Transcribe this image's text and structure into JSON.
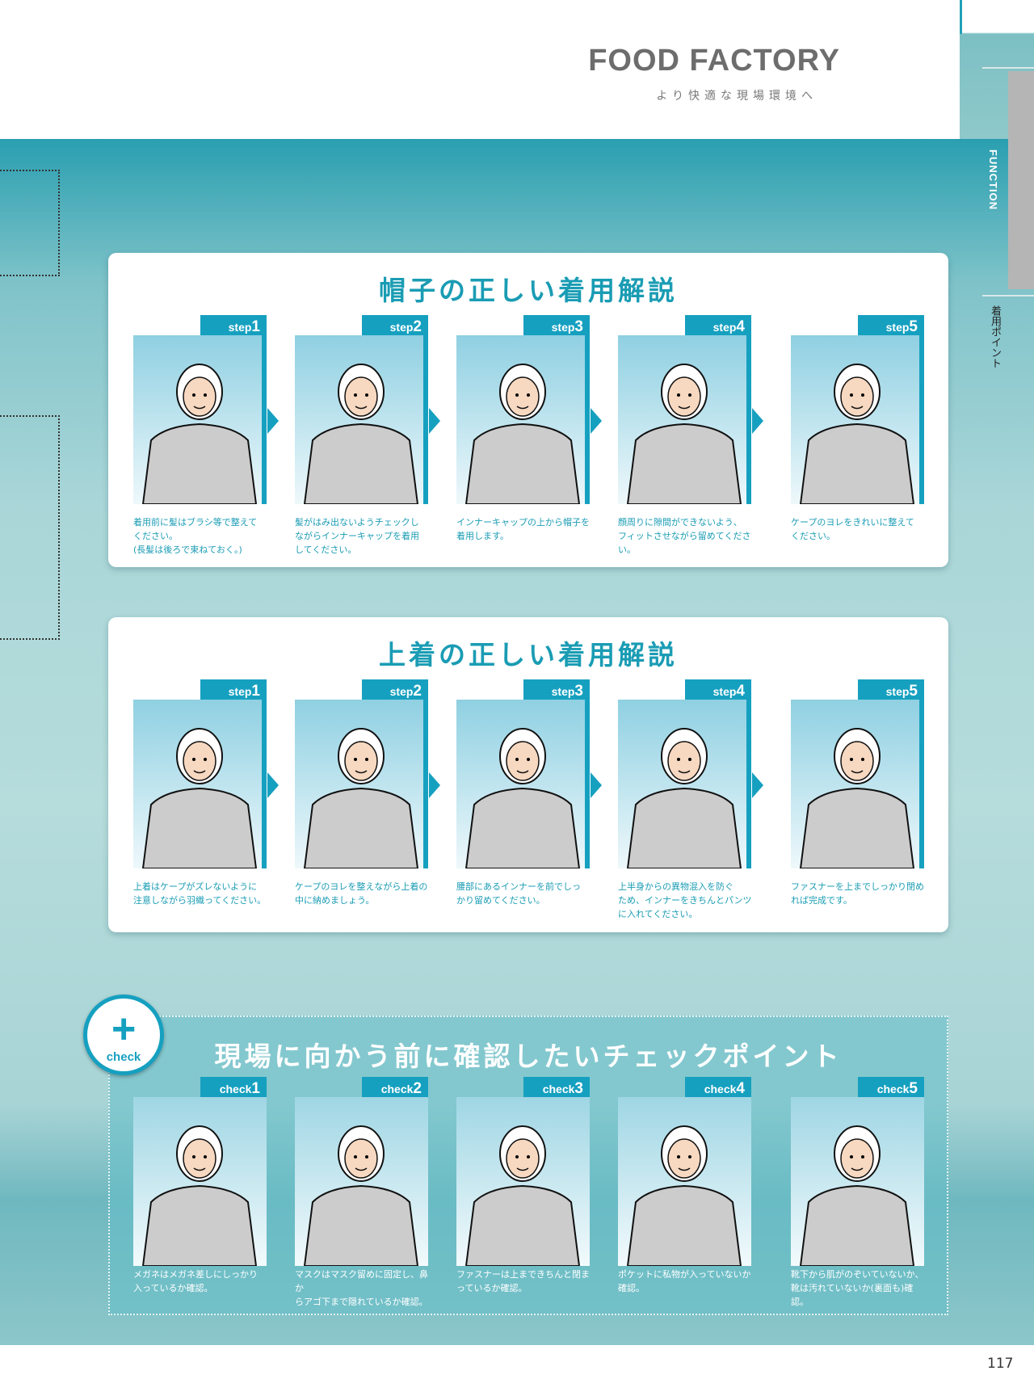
{
  "header": {
    "brand": "FOOD FACTORY",
    "tagline": "より快適な現場環境へ"
  },
  "sidebar": {
    "section": "FUNCTION",
    "subsection": "着用ポイント"
  },
  "hat_guide": {
    "title": "帽子の正しい着用解説",
    "steps": [
      {
        "label": "step",
        "num": "1",
        "caption": "着用前に髪はブラシ等で整えて\nください。\n(長髪は後ろで束ねておく。)"
      },
      {
        "label": "step",
        "num": "2",
        "caption": "髪がはみ出ないようチェックし\nながらインナーキャップを着用\nしてください。"
      },
      {
        "label": "step",
        "num": "3",
        "caption": "インナーキャップの上から帽子を\n着用します。"
      },
      {
        "label": "step",
        "num": "4",
        "caption": "顔周りに隙間ができないよう、\nフィットさせながら留めてください。"
      },
      {
        "label": "step",
        "num": "5",
        "caption": "ケープのヨレをきれいに整えて\nください。"
      }
    ]
  },
  "jacket_guide": {
    "title": "上着の正しい着用解説",
    "steps": [
      {
        "label": "step",
        "num": "1",
        "caption": "上着はケープがズレないように\n注意しながら羽織ってください。"
      },
      {
        "label": "step",
        "num": "2",
        "caption": "ケープのヨレを整えながら上着の\n中に納めましょう。"
      },
      {
        "label": "step",
        "num": "3",
        "caption": "腰部にあるインナーを前でしっ\nかり留めてください。"
      },
      {
        "label": "step",
        "num": "4",
        "caption": "上半身からの異物混入を防ぐ\nため、インナーをきちんとパンツ\nに入れてください。"
      },
      {
        "label": "step",
        "num": "5",
        "caption": "ファスナーを上までしっかり閉め\nれば完成です。"
      }
    ]
  },
  "checkpoints": {
    "badge": "check",
    "title": "現場に向かう前に確認したいチェックポイント",
    "items": [
      {
        "label": "check",
        "num": "1",
        "caption": "メガネはメガネ差しにしっかり\n入っているか確認。"
      },
      {
        "label": "check",
        "num": "2",
        "caption": "マスクはマスク留めに固定し、鼻か\nらアゴ下まで隠れているか確認。"
      },
      {
        "label": "check",
        "num": "3",
        "caption": "ファスナーは上まできちんと閉ま\nっているか確認。"
      },
      {
        "label": "check",
        "num": "4",
        "caption": "ポケットに私物が入っていないか\n確認。"
      },
      {
        "label": "check",
        "num": "5",
        "caption": "靴下から肌がのぞいていないか、\n靴は汚れていないか(裏面も)確認。"
      }
    ]
  },
  "page_number": "117",
  "colors": {
    "accent": "#16a0c0",
    "brand_text": "#6d6d6d"
  }
}
